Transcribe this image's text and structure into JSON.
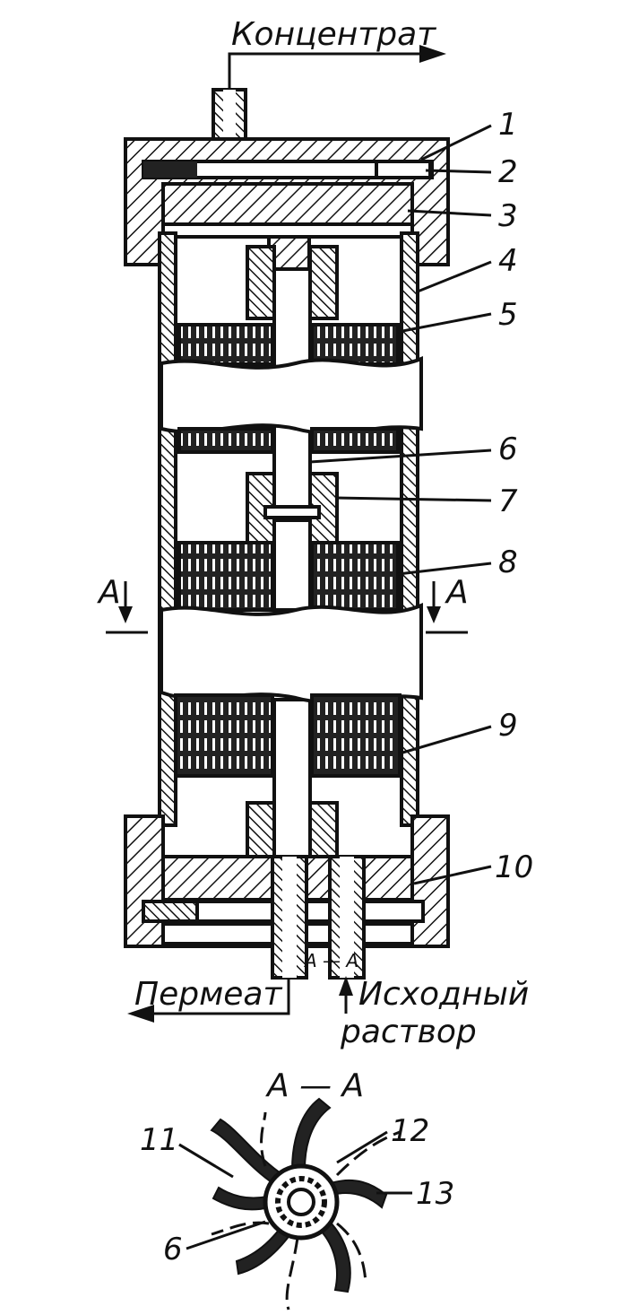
{
  "labels": {
    "concentrate": "Концентрат",
    "permeate": "Пермеат",
    "feed_line1": "Исходный",
    "feed_line2": "раствор",
    "section": "А — А",
    "section_mark_left": "А",
    "section_mark_right": "А",
    "small_aa": "А — А"
  },
  "callouts": [
    "1",
    "2",
    "3",
    "4",
    "5",
    "6",
    "7",
    "8",
    "9",
    "10"
  ],
  "section_callouts": [
    "11",
    "12",
    "13",
    "6"
  ],
  "colors": {
    "ink": "#111111",
    "paper": "#ffffff"
  }
}
